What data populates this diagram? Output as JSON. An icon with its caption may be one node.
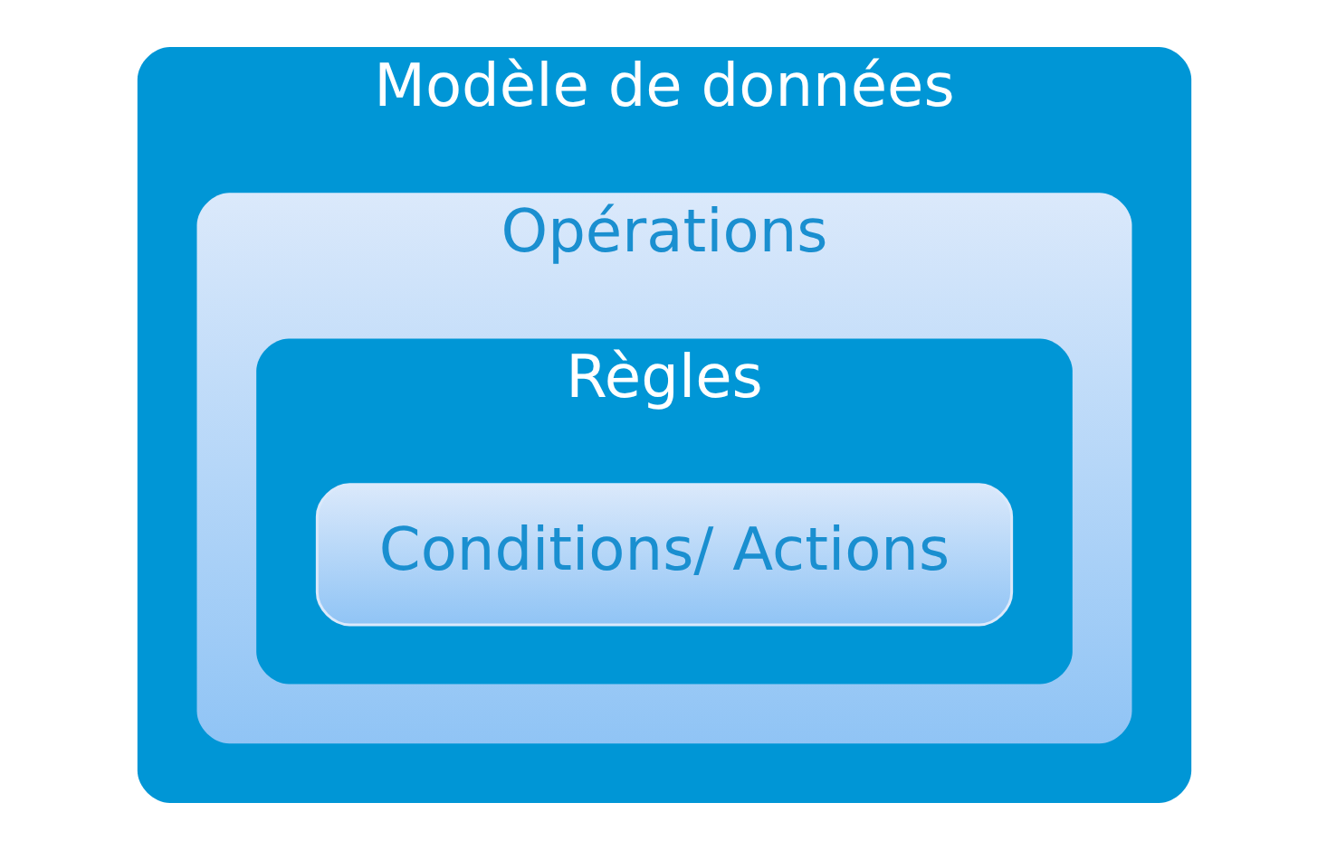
{
  "diagram": {
    "nodes": [
      {
        "text": [
          "Modèle de données"
        ]
      },
      {
        "text": [
          "Opérations"
        ],
        "in": 0
      },
      {
        "text": [
          "Règles"
        ],
        "in": 1
      },
      {
        "text": [
          "Conditions/ Actions"
        ],
        "in": 2
      }
    ]
  }
}
